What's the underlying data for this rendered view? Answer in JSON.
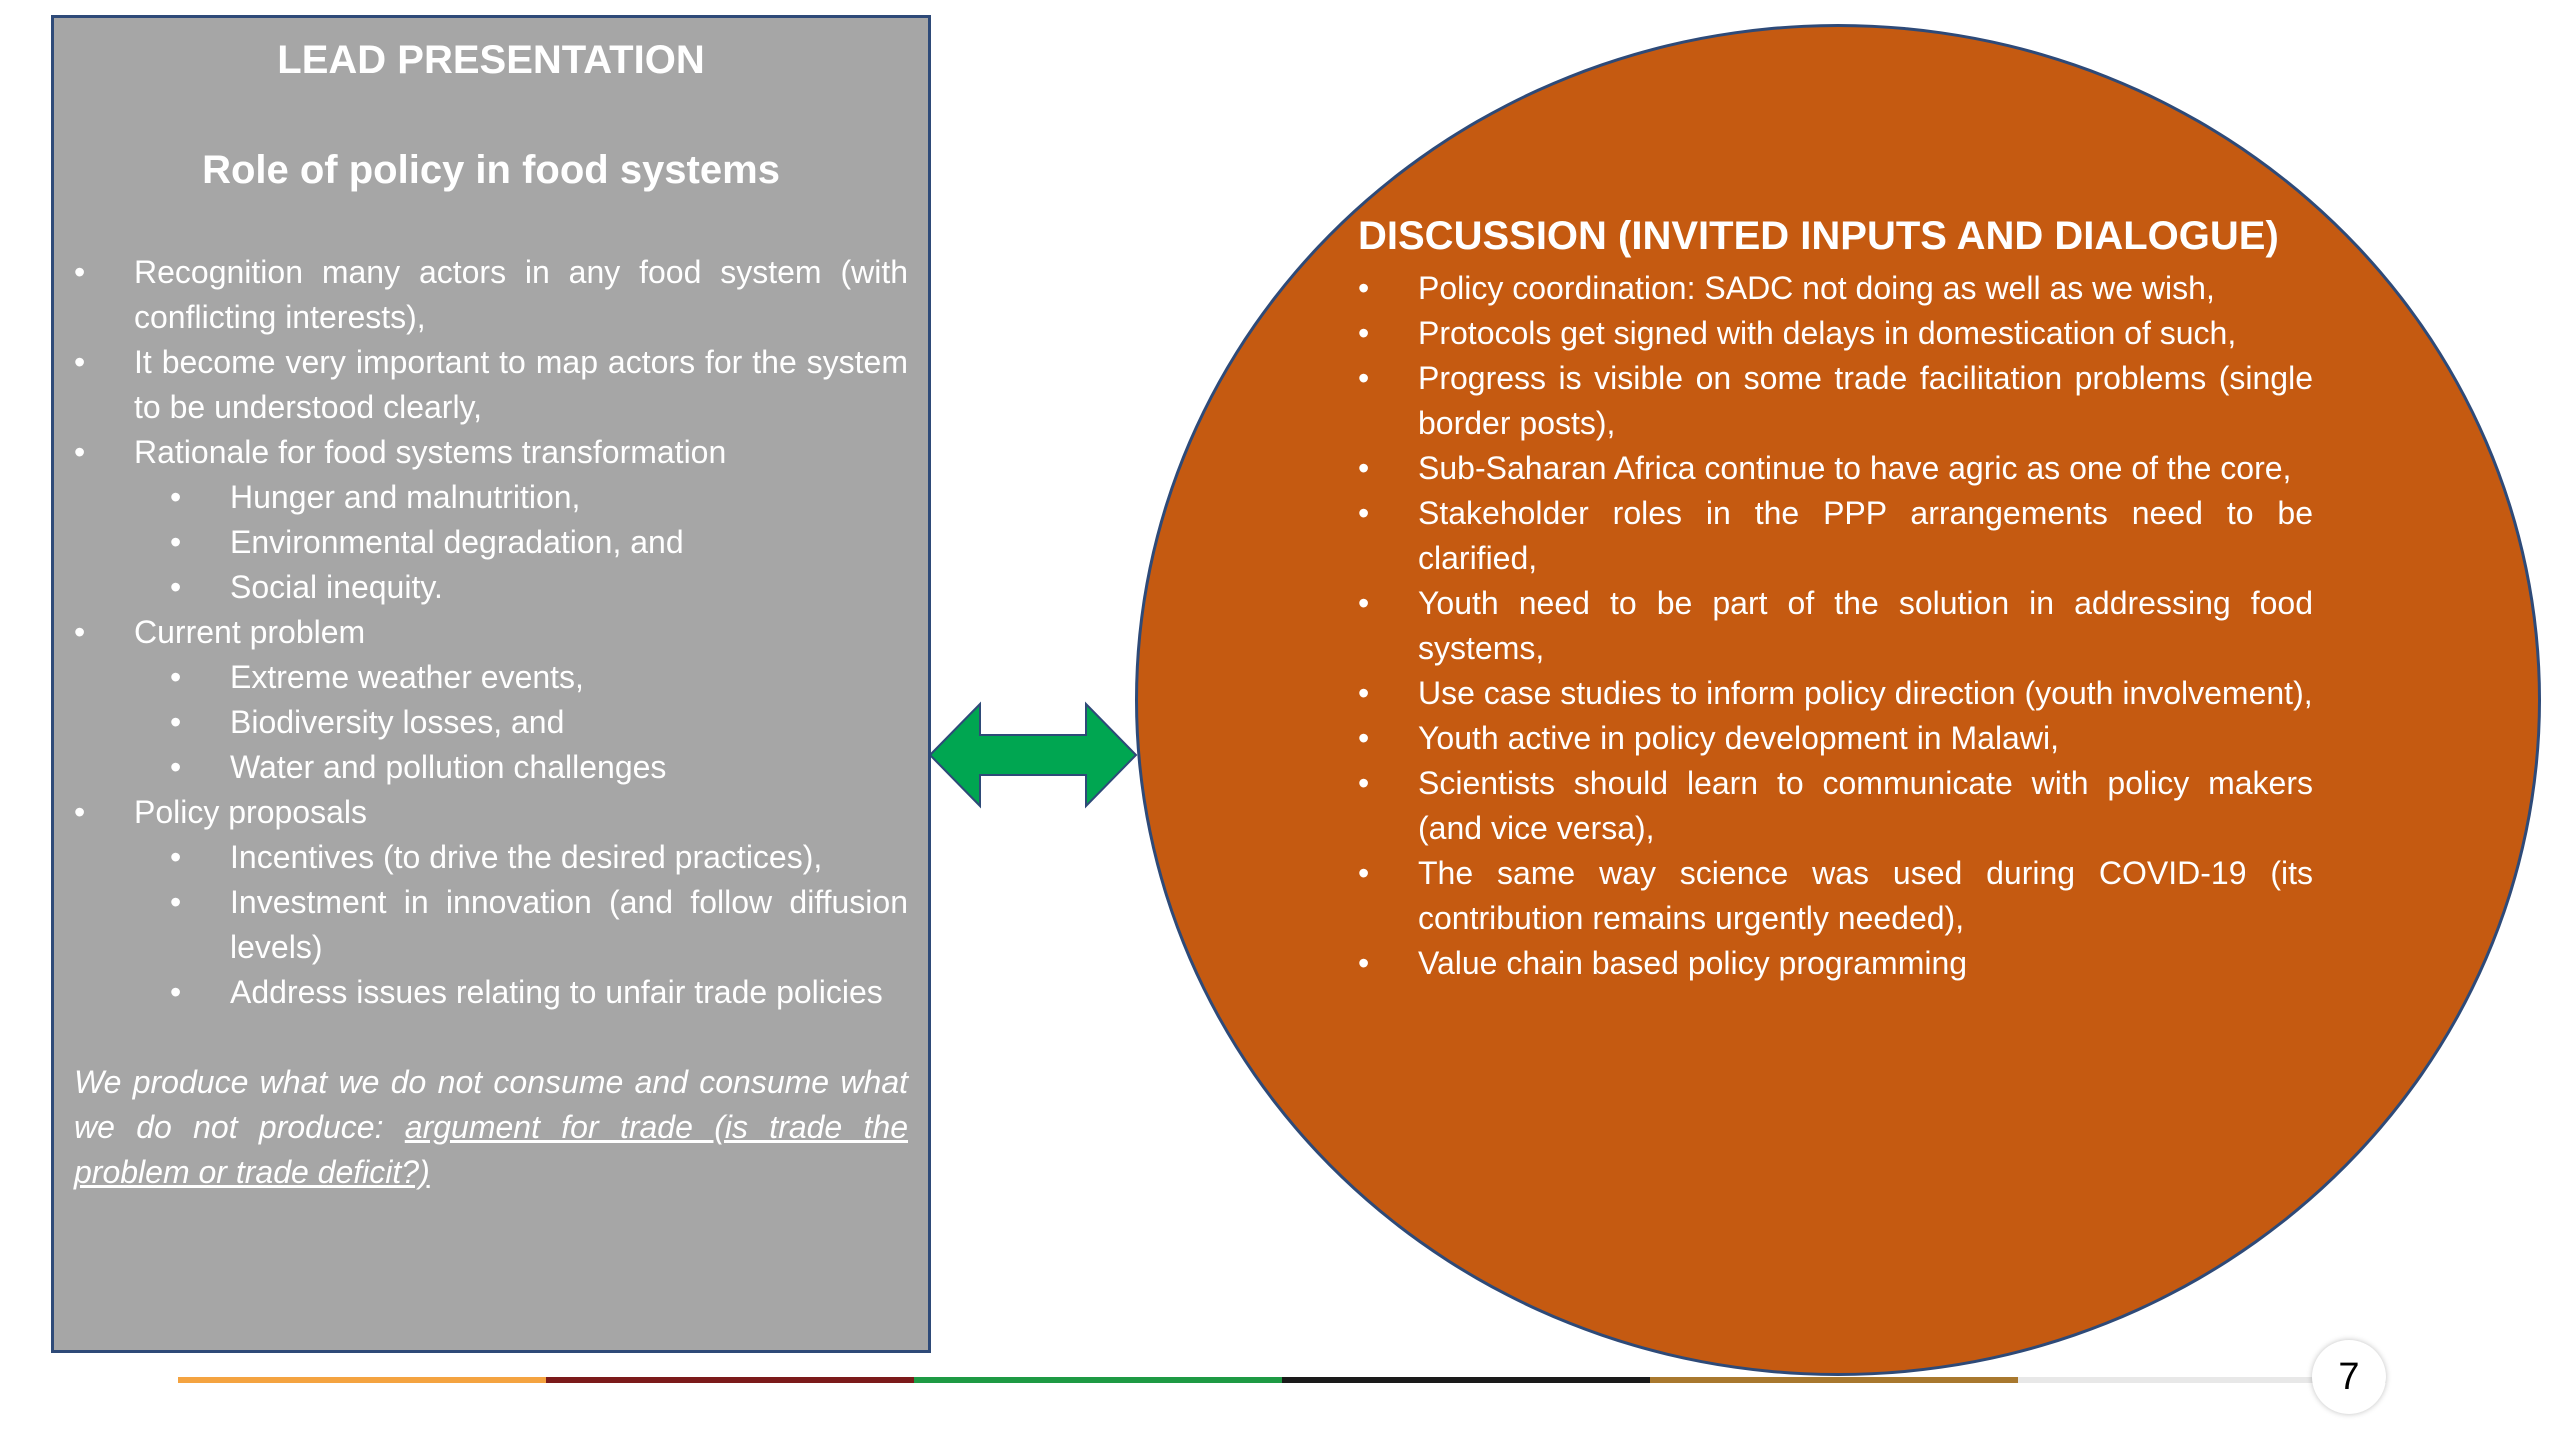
{
  "lead": {
    "heading": "LEAD PRESENTATION",
    "subheading": "Role of policy in food systems",
    "bullet_char": "•",
    "items": [
      {
        "level": 1,
        "text": "Recognition many actors in any food system (with conflicting interests),"
      },
      {
        "level": 1,
        "text": "It become very important to map actors for the system to be understood clearly,"
      },
      {
        "level": 1,
        "text": "Rationale for food systems transformation"
      },
      {
        "level": 2,
        "text": "Hunger and malnutrition,"
      },
      {
        "level": 2,
        "text": "Environmental degradation, and"
      },
      {
        "level": 2,
        "text": "Social inequity."
      },
      {
        "level": 1,
        "text": "Current problem"
      },
      {
        "level": 2,
        "text": "Extreme weather events,"
      },
      {
        "level": 2,
        "text": "Biodiversity losses, and"
      },
      {
        "level": 2,
        "text": "Water and pollution challenges"
      },
      {
        "level": 1,
        "text": "Policy proposals"
      },
      {
        "level": 2,
        "text": "Incentives (to drive the desired practices),"
      },
      {
        "level": 2,
        "text": "Investment in innovation (and follow diffusion levels)"
      },
      {
        "level": 2,
        "text": "Address issues relating to unfair trade policies"
      }
    ],
    "quote_plain": "We produce what we do not consume and consume what we do not produce: ",
    "quote_link": "argument for trade (is trade the problem or trade deficit?)"
  },
  "discussion": {
    "heading": "DISCUSSION (INVITED INPUTS AND DIALOGUE)",
    "bullet_char": "•",
    "items": [
      "Policy coordination: SADC not doing as well as we wish,",
      "Protocols get signed with delays in domestication of such,",
      "Progress is visible on some trade facilitation problems (single border posts),",
      "Sub-Saharan Africa continue to have agric as one of the core,",
      "Stakeholder roles in the PPP arrangements need to be clarified,",
      "Youth need to be part of the solution in addressing food systems,",
      "Use case studies to inform policy direction (youth involvement),",
      "Youth active in policy development in Malawi,",
      "Scientists should learn to communicate with policy makers (and vice versa),",
      "The same way science was used during COVID-19 (its contribution remains urgently needed),",
      "Value chain based policy programming"
    ]
  },
  "arrow": {
    "icon": "double-arrow-icon",
    "color": "#00a651"
  },
  "colors": {
    "lead_panel": "#a6a6a6",
    "discussion_circle": "#c55a11",
    "border": "#2e4a78"
  },
  "footer": {
    "segments": [
      "#f4a340",
      "#7b1a1a",
      "#1e9a44",
      "#1a1a1a",
      "#a8782e",
      "#e8e8e8"
    ],
    "page_number": "7"
  }
}
